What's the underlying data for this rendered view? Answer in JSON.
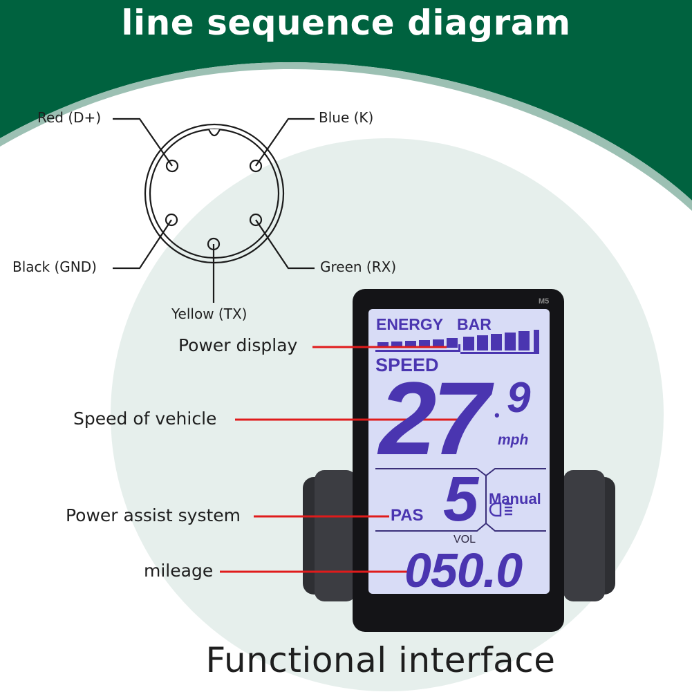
{
  "header": {
    "title": "line sequence diagram",
    "bg_color": "#00623f",
    "arc_color": "#9cc0b3"
  },
  "connector": {
    "pins": [
      {
        "label": "Red (D+)",
        "position": "top-left"
      },
      {
        "label": "Blue (K)",
        "position": "top-right"
      },
      {
        "label": "Black (GND)",
        "position": "bottom-left"
      },
      {
        "label": "Green (RX)",
        "position": "bottom-right"
      },
      {
        "label": "Yellow (TX)",
        "position": "bottom"
      }
    ]
  },
  "callouts": {
    "power_display": "Power display",
    "speed": "Speed of vehicle",
    "pas": "Power assist system",
    "mileage": "mileage",
    "line_color": "#e01b1b"
  },
  "display": {
    "model": "M5",
    "energy_label": "ENERGY",
    "bar_label": "BAR",
    "energy_segments": 12,
    "speed_label": "SPEED",
    "speed_int": "27",
    "speed_dec": "9",
    "speed_unit": "mph",
    "pas_label": "PAS",
    "pas_level": "5",
    "mode": "Manual",
    "headlight_icon": "headlight-icon",
    "vol_label": "VOL",
    "mileage_value": "050.0",
    "lcd_color": "#d8dcf6",
    "segment_color": "#4a35b0"
  },
  "footer": {
    "title": "Functional interface"
  }
}
